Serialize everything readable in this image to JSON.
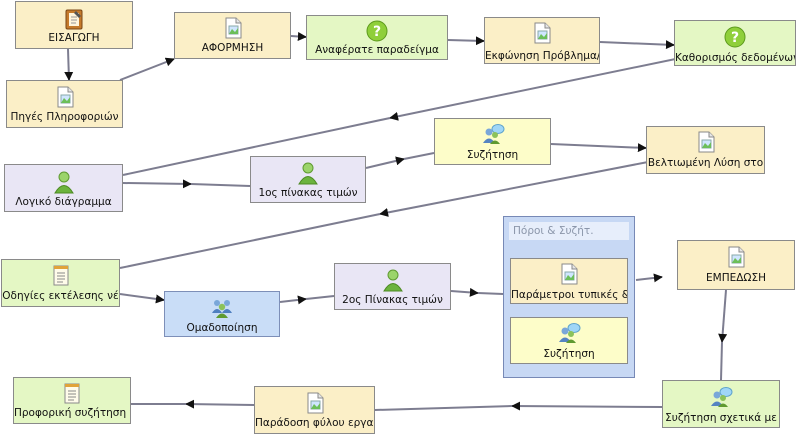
{
  "nodes": {
    "eisagogi": {
      "label": "ΕΙΣΑΓΩΓΗ",
      "icon": "notebook-icon"
    },
    "aformisi": {
      "label": "ΑΦΟΡΜΗΣΗ",
      "icon": "image-document-icon"
    },
    "anaferate": {
      "label": "Αναφέρατε παραδείγμα",
      "icon": "question-icon"
    },
    "ekfonisi": {
      "label": "Εκφώνηση Πρόβλημα/Πα",
      "icon": "image-document-icon"
    },
    "kathorismos": {
      "label": "Καθορισμός δεδομένων",
      "icon": "question-icon"
    },
    "piges": {
      "label": "Πηγές Πληροφοριών",
      "icon": "image-document-icon"
    },
    "syzitisi1": {
      "label": "Συζήτηση",
      "icon": "discussion-icon"
    },
    "veltiomeni": {
      "label": "Βελτιωμένη Λύση στο",
      "icon": "image-document-icon"
    },
    "logiko": {
      "label": "Λογικό διάγραμμα",
      "icon": "person-icon"
    },
    "pinakas1": {
      "label": "1ος πίνακας τιμών",
      "icon": "person-icon"
    },
    "odigies": {
      "label": "Οδηγίες εκτέλεσης νέ",
      "icon": "list-document-icon"
    },
    "omadopoiisi": {
      "label": "Ομαδοποίηση",
      "icon": "group-icon"
    },
    "pinakas2": {
      "label": "2ος Πίνακας τιμών",
      "icon": "person-icon"
    },
    "parametroi": {
      "label": "Παράμετροι τυπικές &",
      "icon": "image-document-icon"
    },
    "syzitisi2": {
      "label": "Συζήτηση",
      "icon": "discussion-icon"
    },
    "empedosi": {
      "label": "ΕΜΠΕΔΩΣΗ",
      "icon": "image-document-icon"
    },
    "syzitisi_sxetika": {
      "label": "Συζήτηση σχετικά με",
      "icon": "discussion-icon"
    },
    "paradosi": {
      "label": "Παράδοση φύλου εργασ",
      "icon": "image-document-icon"
    },
    "proforiki": {
      "label": "Προφορική συζήτηση ν",
      "icon": "list-document-icon"
    }
  },
  "group": {
    "title": "Πόροι & Συζήτ."
  },
  "colors": {
    "yellow": "#fbefc7",
    "green": "#e4f7c4",
    "lemon": "#fdfdc9",
    "lavender": "#e9e6f5",
    "blue": "#c9ddf7",
    "connector": "#7d7d90"
  }
}
